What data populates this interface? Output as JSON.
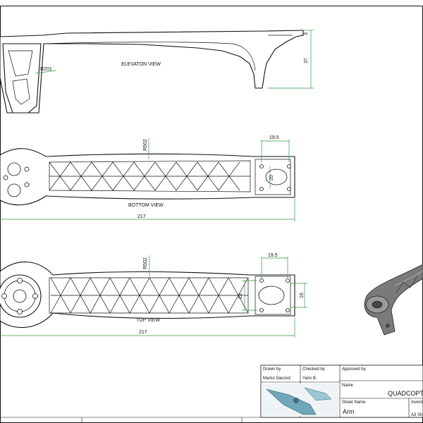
{
  "views": {
    "elevation": {
      "label": "ELEVATON VIEW",
      "radius": "R201",
      "height": "37",
      "thickness": "3"
    },
    "bottom": {
      "label": "BOTTOM VIEW",
      "radius": "R502",
      "tab_width": "19.5",
      "tab_height": "20",
      "length": "217"
    },
    "top": {
      "label": "TOP VIEW",
      "radius": "R502",
      "tab_width": "19.5",
      "slot_height": "23",
      "end_height": "16",
      "length": "217"
    }
  },
  "title_block": {
    "drawn_by_label": "Drawn by",
    "drawn_by": "Marko Dacović",
    "checked_by_label": "Checked by",
    "checked_by": "Yariv B.",
    "approved_by_label": "Approved by",
    "name_label": "Name",
    "name": "QUADCOPT",
    "inventor_label": "Invent",
    "sheet_name_label": "Sheet Name",
    "sheet_name": "Arm",
    "sheet_size": "A3 Sh"
  },
  "colors": {
    "dimension": "#2e9a3a",
    "line": "#111111"
  }
}
